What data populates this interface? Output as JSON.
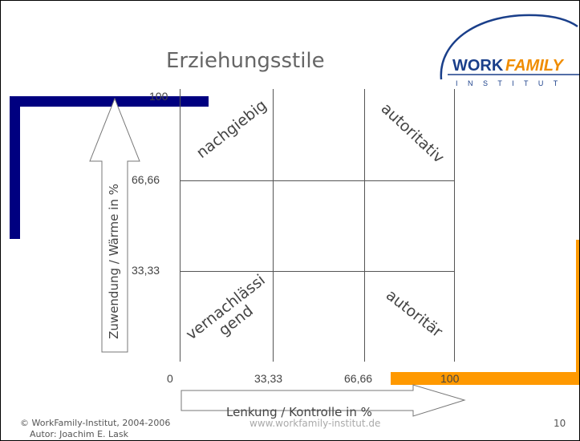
{
  "slide": {
    "title": "Erziehungsstile",
    "logo_word_1": "WORK",
    "logo_word_2": "FAMILY",
    "logo_subtitle": "I N S T I T U T",
    "page_number": "10",
    "url": "www.workfamily-institut.de",
    "copyright": "© WorkFamily-Institut, 2004-2006",
    "author": "Autor: Joachim E. Lask"
  },
  "chart_data": {
    "type": "quadrant-grid",
    "y_axis_label": "Zuwendung /  Wärme in %",
    "x_axis_label": "Lenkung / Kontrolle in %",
    "y_ticks": [
      "100",
      "66,66",
      "33,33"
    ],
    "x_ticks": [
      "0",
      "33,33",
      "66,66",
      "100"
    ],
    "quadrants": {
      "top_left": "nachgiebig",
      "top_right": "autoritativ",
      "bottom_left_line1": "vernachlässi",
      "bottom_left_line2": "gend",
      "bottom_right": "autoritär"
    },
    "colors": {
      "y_bar": "#000080",
      "x_bar": "#ff9900",
      "logo_blue": "#1a3f8a",
      "logo_orange": "#f08c00",
      "grid": "#555555"
    }
  }
}
